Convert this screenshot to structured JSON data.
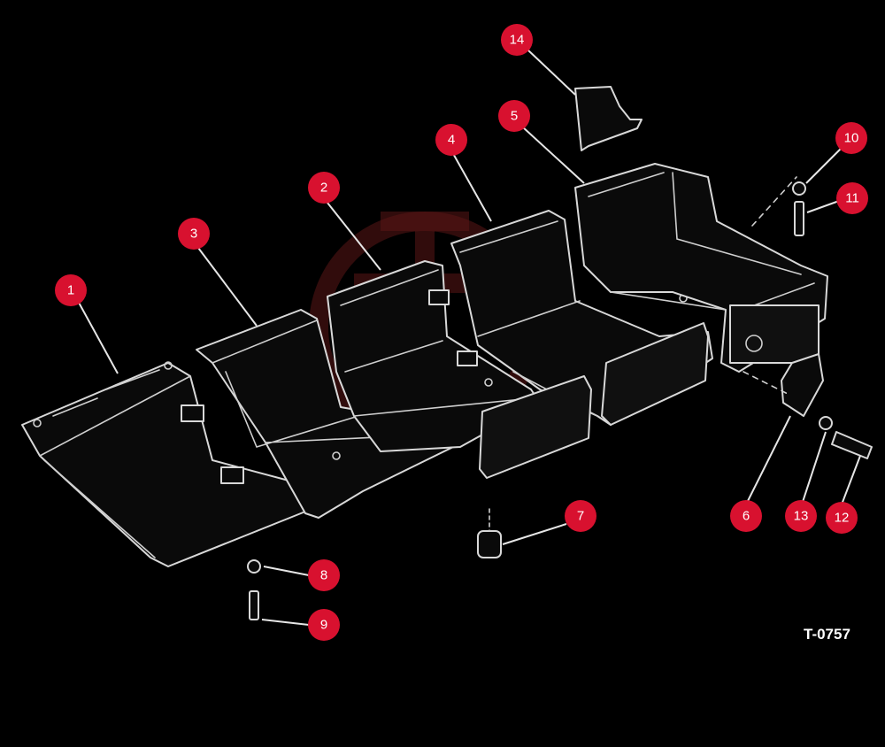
{
  "figure": {
    "code": "T-0757",
    "callouts": [
      "1",
      "2",
      "3",
      "4",
      "5",
      "6",
      "7",
      "8",
      "9",
      "10",
      "11",
      "12",
      "13",
      "14"
    ]
  },
  "colors": {
    "background": "#000000",
    "line_art": "#d8d8d8",
    "callout_fill": "#d8112f",
    "callout_text": "#ffffff",
    "watermark": "#5a1616"
  }
}
